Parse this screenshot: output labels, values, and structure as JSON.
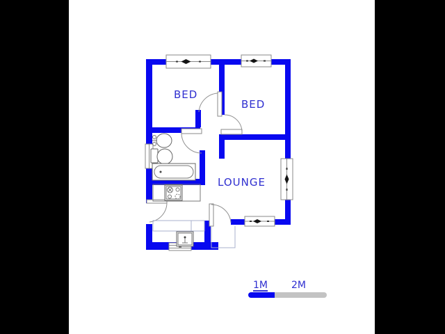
{
  "rooms": {
    "bed1": "BED",
    "bed2": "BED",
    "lounge": "LOUNGE"
  },
  "scale_bar": {
    "one_meter": "1M",
    "two_meter": "2M"
  },
  "colors": {
    "wall-blue": "#0808f0",
    "label-blue": "#2f2fd0",
    "scale-blue": "#0808f0",
    "scale-gray": "#c3c3c3",
    "panel-black": "#000000"
  }
}
